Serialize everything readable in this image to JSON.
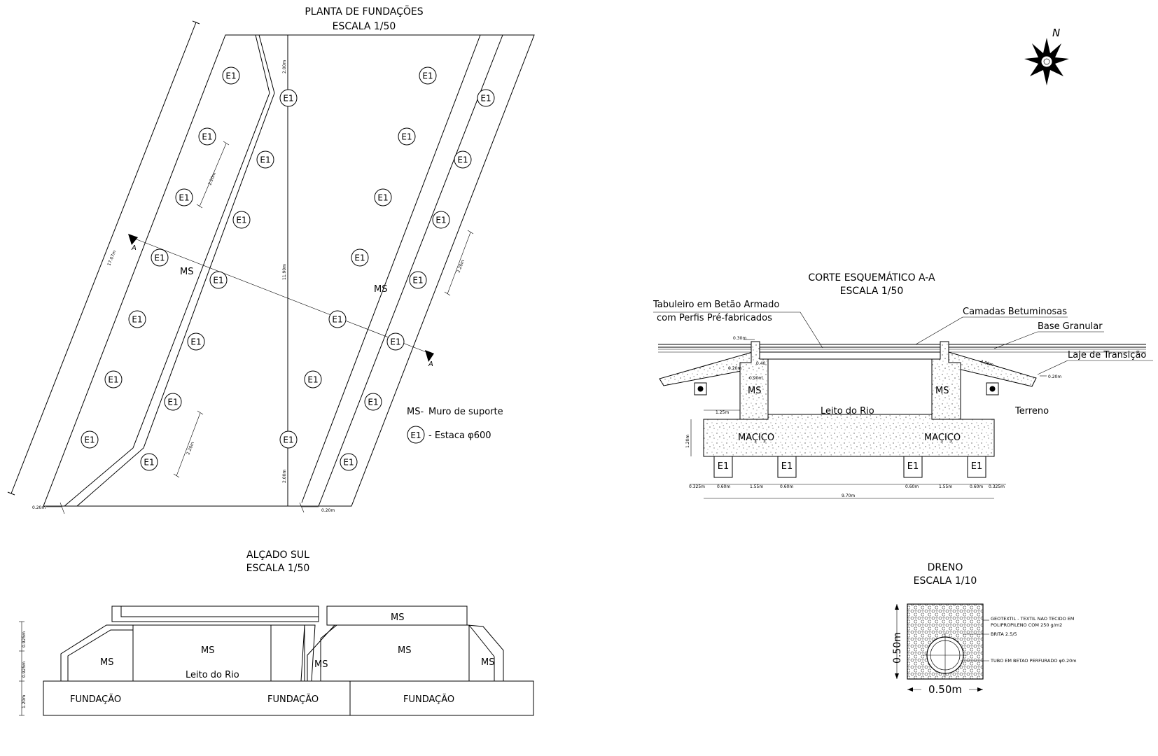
{
  "plan": {
    "title": "PLANTA DE FUNDAÇÕES",
    "scale": "ESCALA 1/50",
    "pile_label": "E1",
    "wall_label": "MS",
    "section_marker": "A",
    "dims": {
      "top_spacing": "2.00m",
      "mid_spacing": "11.90m",
      "bottom_spacing": "2.00m",
      "overall_length": "17.07m",
      "pile_spacing_left": "2.20m",
      "pile_spacing_bottom": "2.20m",
      "pile_spacing_right": "2.20m",
      "wall_offset_left": "0.20m",
      "wall_offset_right": "0.20m"
    },
    "legend": {
      "ms_key": "MS-",
      "ms_text": "Muro de suporte",
      "e1_key": "E1",
      "e1_text": "- Estaca φ600"
    }
  },
  "north_arrow": {
    "label": "N"
  },
  "section": {
    "title": "CORTE ESQUEMÁTICO A-A",
    "scale": "ESCALA 1/50",
    "tabuleiro_1": "Tabuleiro em Betão Armado",
    "tabuleiro_2": "com Perfis Pré-fabricados",
    "camadas": "Camadas Betuminosas",
    "base": "Base Granular",
    "laje": "Laje de Transição",
    "terreno": "Terreno",
    "leito": "Leito do Rio",
    "wall_label": "MS",
    "macico": "MAÇIÇO",
    "pile_label": "E1",
    "dims": {
      "d030": "0.30m",
      "d040": "0.40",
      "d020_top": "0.20m",
      "d090": "0.90m",
      "d125": "1.25m",
      "d120": "1.20m",
      "d300": "3.00m",
      "d020_right": "0.20m",
      "d0325_l": "0.325m",
      "d060_a": "0.60m",
      "d155_a": "1.55m",
      "d060_b": "0.60m",
      "d060_c": "0.60m",
      "d155_b": "1.55m",
      "d060_d": "0.60m",
      "d0325_r": "0.325m",
      "d970": "9.70m"
    }
  },
  "elevation": {
    "title": "ALÇADO SUL",
    "scale": "ESCALA 1/50",
    "ms": "MS",
    "leito": "Leito do Rio",
    "fundacao": "FUNDAÇÃO",
    "dim_top": "0.925m",
    "dim_mid": "0.925m",
    "dim_bottom": "1.20m"
  },
  "dreno": {
    "title": "DRENO",
    "scale": "ESCALA 1/10",
    "width": "0.50m",
    "height": "0.50m",
    "note_geo_1": "GEOTEXTIL - TEXTIL NAO TECIDO EM",
    "note_geo_2": "POLIPROPILENO COM 250 g/m2",
    "note_brita": "BRITA 2.5/5",
    "note_tubo": "TUBO EM BETAO PERFURADO φ0.20m"
  }
}
